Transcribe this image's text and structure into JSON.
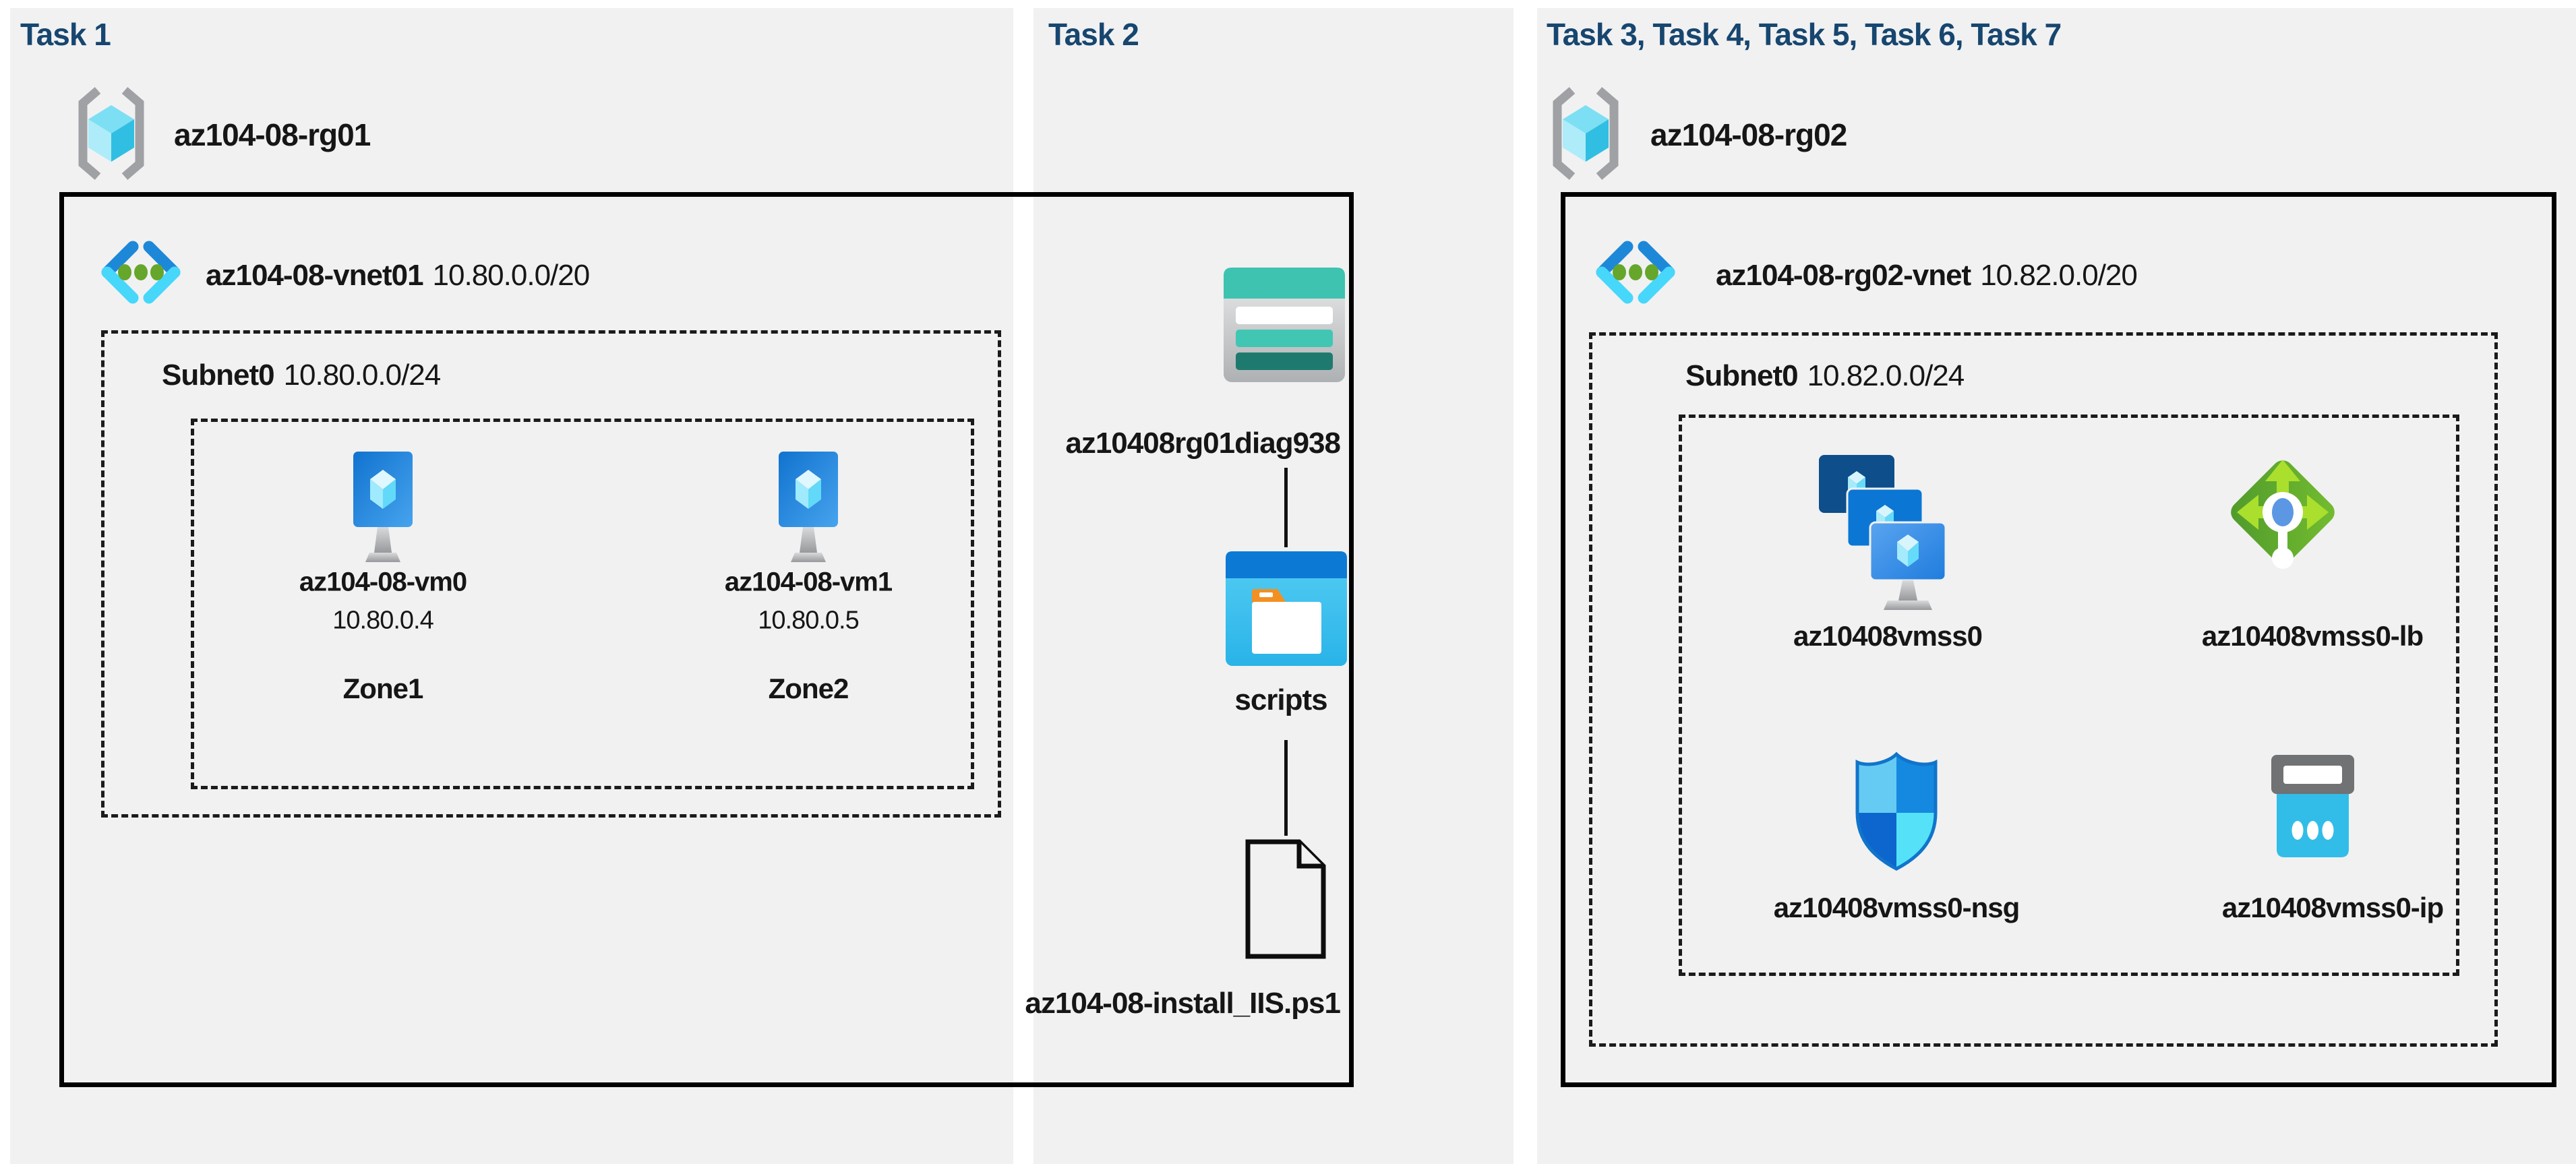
{
  "colors": {
    "page_bg": "#ffffff",
    "panel_bg": "#f1f1f2",
    "title_text": "#17466f",
    "label_text": "#161616",
    "box_border": "#000000",
    "azure_blue": "#0078d4",
    "vnet_cyan": "#47d7fb",
    "dot_green": "#66a62b",
    "storage_teal": "#3ec3b1",
    "storage_dark_teal": "#1e7a6e",
    "folder_orange": "#f29022",
    "lb_green": "#74bd30",
    "lb_arrow_green": "#aadf2d",
    "nsg_blue": "#1588e0",
    "ip_cyan": "#32bde8",
    "icon_gray": "#9fa1a4"
  },
  "icons": [
    "resource-group-icon",
    "virtual-network-icon",
    "virtual-machine-icon",
    "storage-account-icon",
    "container-folder-icon",
    "script-file-icon",
    "vm-scale-set-icon",
    "load-balancer-icon",
    "network-security-group-icon",
    "public-ip-icon"
  ],
  "panels": [
    {
      "title": "Task 1",
      "resource_group": {
        "name": "az104-08-rg01"
      },
      "vnet": {
        "name": "az104-08-vnet01",
        "cidr": "10.80.0.0/20"
      },
      "subnet": {
        "name": "Subnet0",
        "cidr": "10.80.0.0/24"
      },
      "vms": [
        {
          "name": "az104-08-vm0",
          "ip": "10.80.0.4",
          "zone": "Zone1"
        },
        {
          "name": "az104-08-vm1",
          "ip": "10.80.0.5",
          "zone": "Zone2"
        }
      ]
    },
    {
      "title": "Task 2",
      "storage_account": {
        "name": "az10408rg01diag938"
      },
      "container": {
        "name": "scripts"
      },
      "script_file": {
        "name": "az104-08-install_IIS.ps1"
      }
    },
    {
      "title": "Task 3, Task 4, Task 5, Task 6, Task 7",
      "resource_group": {
        "name": "az104-08-rg02"
      },
      "vnet": {
        "name": "az104-08-rg02-vnet",
        "cidr": "10.82.0.0/20"
      },
      "subnet": {
        "name": "Subnet0",
        "cidr": "10.82.0.0/24"
      },
      "resources": [
        {
          "name": "az10408vmss0",
          "type": "vm-scale-set"
        },
        {
          "name": "az10408vmss0-lb",
          "type": "load-balancer"
        },
        {
          "name": "az10408vmss0-nsg",
          "type": "network-security-group"
        },
        {
          "name": "az10408vmss0-ip",
          "type": "public-ip"
        }
      ]
    }
  ]
}
